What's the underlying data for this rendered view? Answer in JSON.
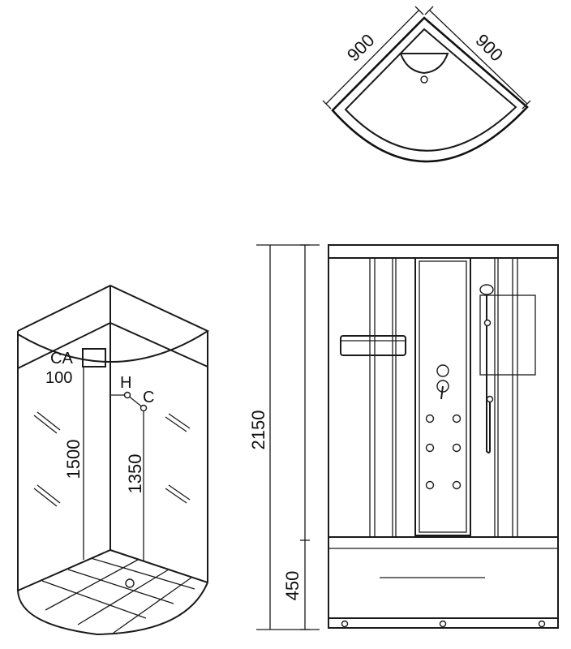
{
  "plan_view": {
    "side_left": "900",
    "side_right": "900"
  },
  "iso_view": {
    "label_ca": "CA",
    "label_ca_height": "100",
    "label_hot": "H",
    "label_cold": "C",
    "height_left": "1500",
    "height_right": "1350"
  },
  "front_view": {
    "total_height": "2150",
    "tray_height": "450"
  }
}
